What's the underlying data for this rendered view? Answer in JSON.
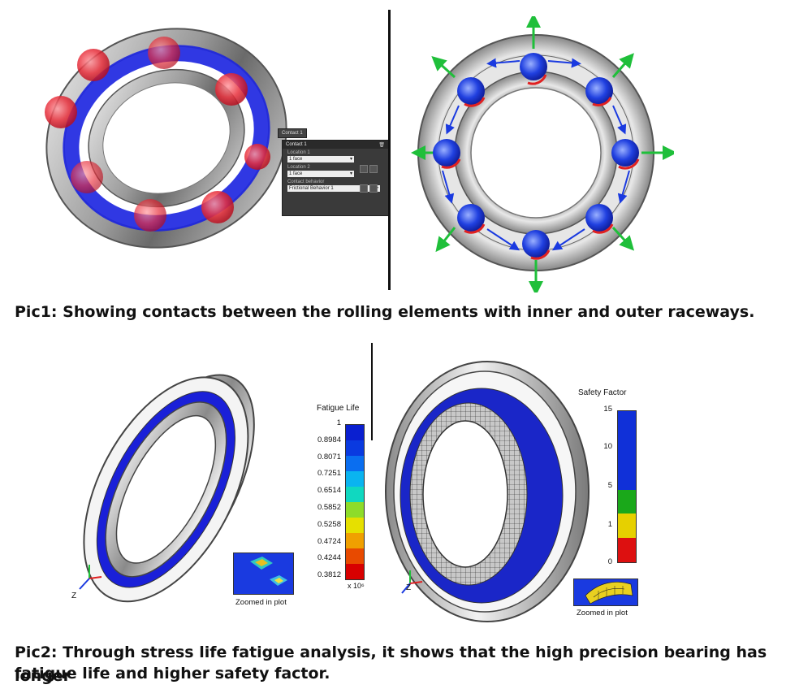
{
  "captions": {
    "pic1": "Pic1: Showing contacts between the rolling elements with inner and outer raceways.",
    "pic2_line1": "Pic2: Through stress life fatigue analysis, it shows that the high precision bearing has longer",
    "pic2_line2": "fatigue life and higher safety factor."
  },
  "contact_panel": {
    "tab": "Contact 1",
    "header": "Contact 1",
    "location1_label": "Location 1",
    "location1_value": "1 face",
    "location2_label": "Location 2",
    "location2_value": "1 face",
    "behavior_label": "Contact behavior",
    "behavior_value": "Frictional Behavior 1"
  },
  "fatigue_legend": {
    "title": "Fatigue Life",
    "ticks": [
      "1",
      "0.8984",
      "0.8071",
      "0.7251",
      "0.6514",
      "0.5852",
      "0.5258",
      "0.4724",
      "0.4244",
      "0.3812"
    ],
    "unit": "x 10⁶",
    "colors": [
      "#0a1fd0",
      "#0a3ae0",
      "#0a6ef0",
      "#0ab4f0",
      "#10d8c0",
      "#8edc2a",
      "#e6e000",
      "#f0a000",
      "#e84a00",
      "#d80000"
    ],
    "zoom_label": "Zoomed in plot"
  },
  "safety_legend": {
    "title": "Safety Factor",
    "ticks": [
      "15",
      "10",
      "5",
      "1",
      "0"
    ],
    "colors": [
      "#1030d8",
      "#1aa81a",
      "#e6d000",
      "#dd1010"
    ],
    "zoom_label": "Zoomed in plot"
  },
  "axis_letters": {
    "z1": "Z",
    "z2": "Z"
  }
}
